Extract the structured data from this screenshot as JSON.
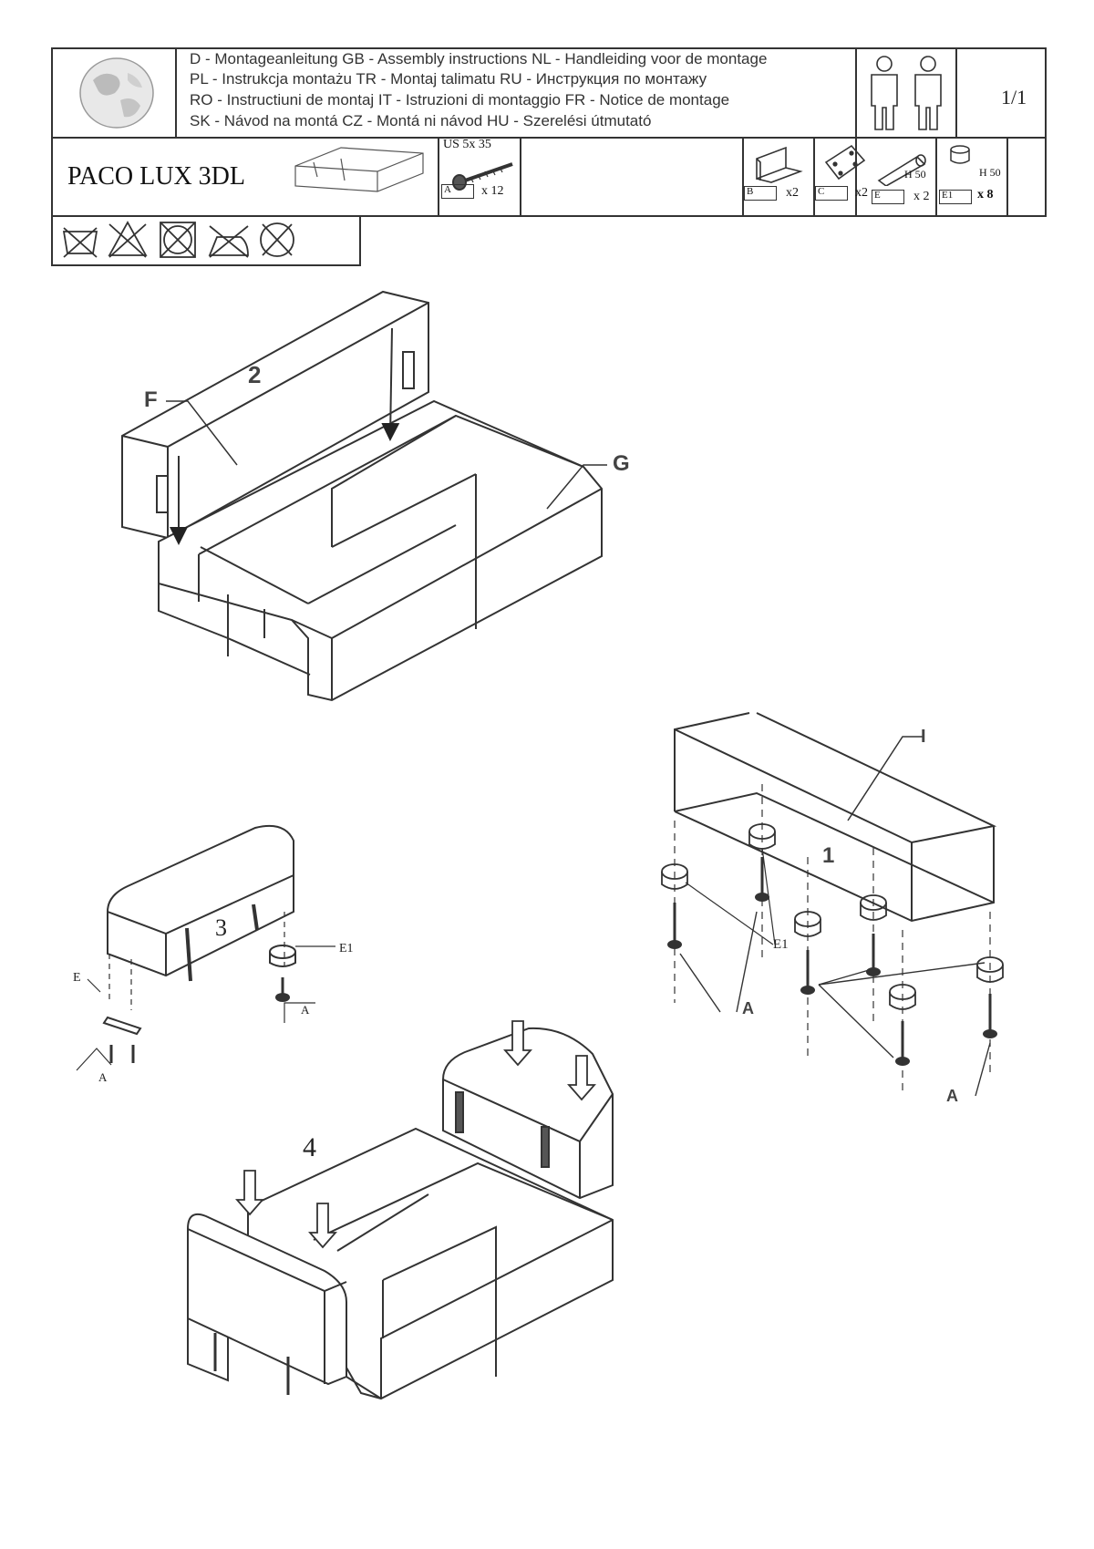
{
  "header": {
    "languages": [
      "D - Montageanleitung GB - Assembly instructions NL - Handleiding voor de montage",
      "PL - Instrukcja montażu TR - Montaj talimatu RU - Инструкция по монтажу",
      "RO - Instructiuni de montaj IT - Istruzioni di montaggio FR - Notice de montage",
      "SK - Návod na montá CZ - Montá ni návod HU - Szerelési útmutató"
    ],
    "page_number": "1/1",
    "model": "PACO LUX  3DL"
  },
  "parts": {
    "a": {
      "spec": "US 5x 35",
      "letter": "A",
      "qty": "x 12"
    },
    "b": {
      "letter": "B",
      "qty": "x2"
    },
    "c": {
      "letter": "C",
      "qty": "x2"
    },
    "e": {
      "spec": "H 50",
      "letter": "E",
      "qty": "x 2"
    },
    "e1": {
      "spec": "H 50",
      "letter": "E1",
      "qty": "x 8"
    }
  },
  "care_icons": [
    "no-wash-icon",
    "no-bleach-icon",
    "no-tumble-dry-icon",
    "no-iron-icon",
    "no-dry-clean-icon"
  ],
  "steps": {
    "step1": {
      "number": "1",
      "label_I": "I",
      "label_E1": "E1",
      "label_A1": "A",
      "label_A2": "A"
    },
    "step2": {
      "number": "2",
      "label_F": "F",
      "label_G": "G"
    },
    "step3": {
      "number": "3",
      "label_E": "E",
      "label_E1": "E1",
      "label_A1": "A",
      "label_A2": "A"
    },
    "step4": {
      "number": "4"
    }
  }
}
